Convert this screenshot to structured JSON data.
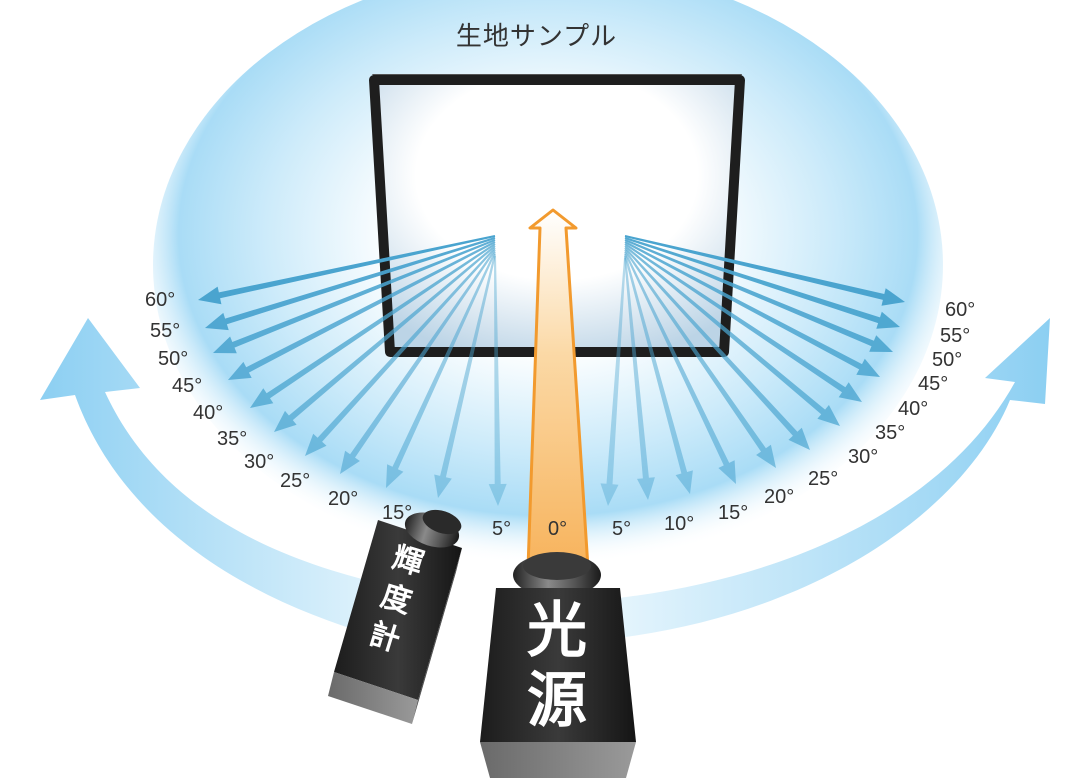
{
  "title": "生地サンプル",
  "left_angles": [
    "60°",
    "55°",
    "50°",
    "45°",
    "40°",
    "35°",
    "30°",
    "25°",
    "20°",
    "15°",
    "5°"
  ],
  "right_angles": [
    "60°",
    "55°",
    "50°",
    "45°",
    "40°",
    "35°",
    "30°",
    "25°",
    "20°",
    "15°",
    "10°",
    "5°"
  ],
  "center_angle": "0°",
  "luminance_meter": {
    "label": [
      "輝",
      "度",
      "計"
    ]
  },
  "light_source": {
    "label": [
      "光",
      "源"
    ]
  },
  "colors": {
    "glow": "#a9dcf6",
    "arrow_blue": "#4aa4cf",
    "beam_orange": "#f5a03a",
    "frame": "#222222",
    "side_arrow": "#9fd6f4"
  }
}
